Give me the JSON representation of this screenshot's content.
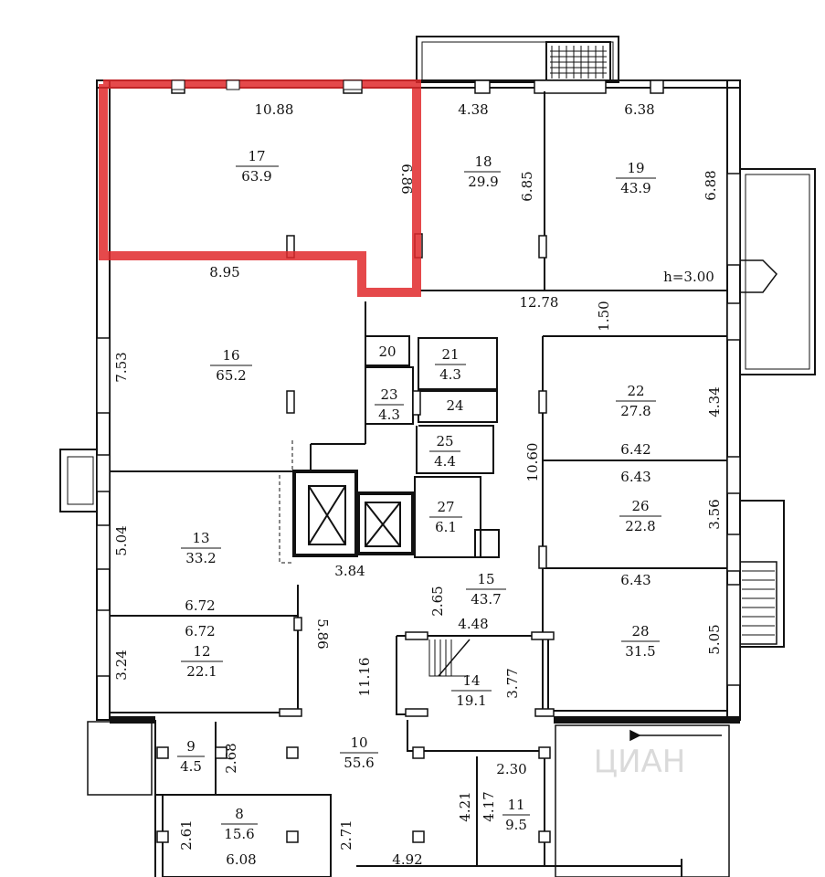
{
  "colors": {
    "wall": "#111111",
    "highlight": "#e0292b",
    "background": "#ffffff",
    "watermark": "#bdbdbd"
  },
  "annotations": {
    "ceiling_height": "h=3.00"
  },
  "watermark": "ЦИАН",
  "rooms": [
    {
      "number": "17",
      "area": "63.9"
    },
    {
      "number": "18",
      "area": "29.9"
    },
    {
      "number": "19",
      "area": "43.9"
    },
    {
      "number": "16",
      "area": "65.2"
    },
    {
      "number": "20",
      "area": ""
    },
    {
      "number": "21",
      "area": "4.3"
    },
    {
      "number": "23",
      "area": "4.3"
    },
    {
      "number": "24",
      "area": ""
    },
    {
      "number": "25",
      "area": "4.4"
    },
    {
      "number": "27",
      "area": "6.1"
    },
    {
      "number": "22",
      "area": "27.8"
    },
    {
      "number": "26",
      "area": "22.8"
    },
    {
      "number": "13",
      "area": "33.2"
    },
    {
      "number": "15",
      "area": "43.7"
    },
    {
      "number": "28",
      "area": "31.5"
    },
    {
      "number": "12",
      "area": "22.1"
    },
    {
      "number": "14",
      "area": "19.1"
    },
    {
      "number": "9",
      "area": "4.5"
    },
    {
      "number": "10",
      "area": "55.6"
    },
    {
      "number": "11",
      "area": "9.5"
    },
    {
      "number": "8",
      "area": "15.6"
    }
  ],
  "dimensions": {
    "d10_88": "10.88",
    "d4_38": "4.38",
    "d6_38": "6.38",
    "d6_86": "6.86",
    "d6_85": "6.85",
    "d6_88": "6.88",
    "d8_95": "8.95",
    "d12_78": "12.78",
    "d1_50": "1.50",
    "d7_53": "7.53",
    "d4_34": "4.34",
    "d10_60": "10.60",
    "d6_42": "6.42",
    "d6_43a": "6.43",
    "d6_43b": "6.43",
    "d3_56": "3.56",
    "d5_04": "5.04",
    "d3_84": "3.84",
    "d2_65": "2.65",
    "d4_48": "4.48",
    "d6_72a": "6.72",
    "d6_72b": "6.72",
    "d5_86": "5.86",
    "d5_05": "5.05",
    "d3_24": "3.24",
    "d11_16": "11.16",
    "d3_77": "3.77",
    "d2_68": "2.68",
    "d2_30": "2.30",
    "d4_21": "4.21",
    "d4_17": "4.17",
    "d2_61": "2.61",
    "d2_71": "2.71",
    "d6_08": "6.08",
    "d4_92": "4.92"
  }
}
